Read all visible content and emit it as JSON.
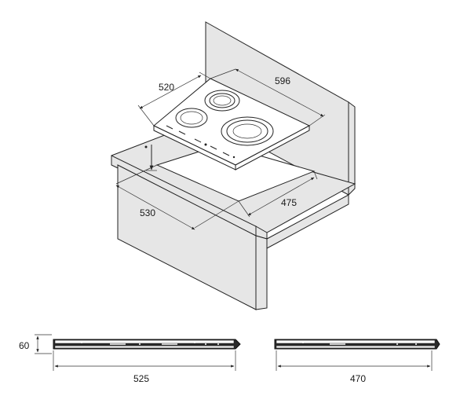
{
  "dimensions": {
    "hob_depth": "520",
    "hob_width": "596",
    "cutout_width": "530",
    "cutout_depth": "475",
    "side_height": "60",
    "side_width": "525",
    "front_width": "470"
  }
}
